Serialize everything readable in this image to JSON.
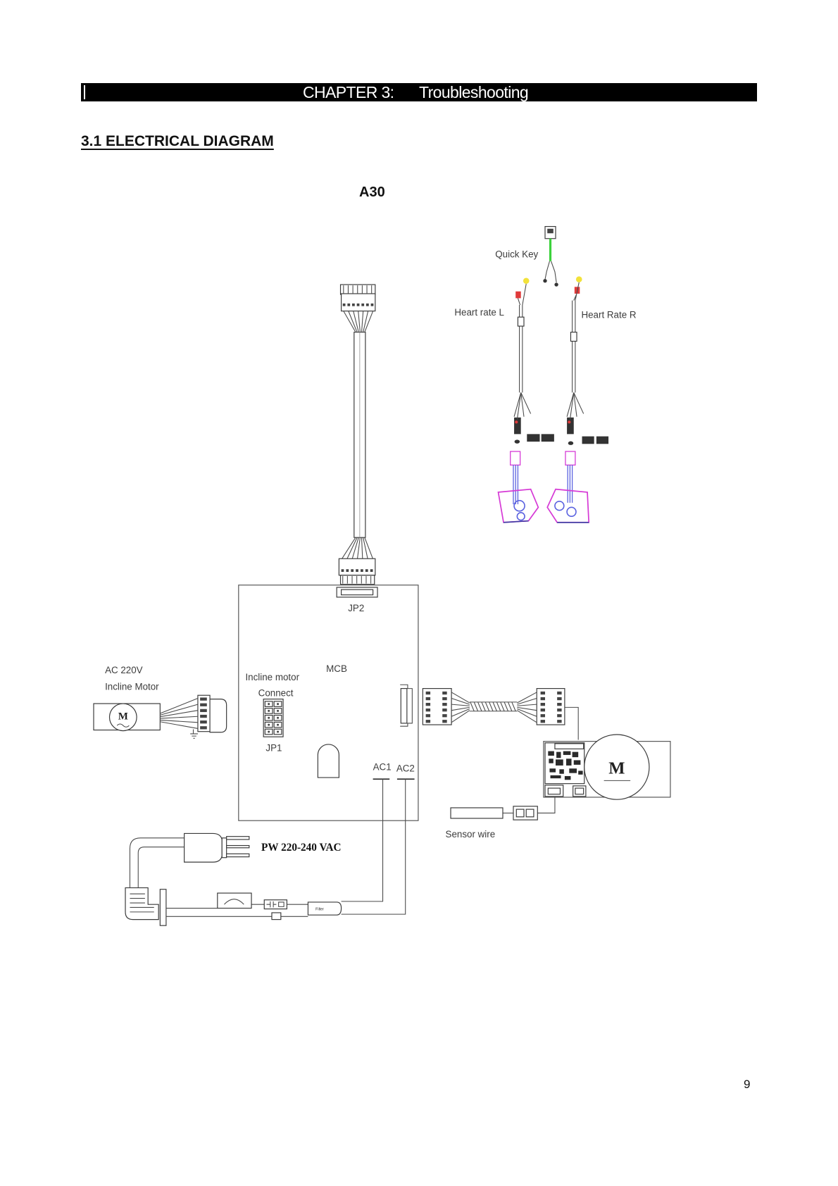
{
  "header": {
    "chapter": "CHAPTER 3:",
    "title": "Troubleshooting"
  },
  "section": {
    "heading": "3.1 ELECTRICAL DIAGRAM"
  },
  "diagram": {
    "model": "A30",
    "labels": {
      "quick_key": "Quick Key",
      "heart_rate_l": "Heart rate L",
      "heart_rate_r": "Heart Rate R",
      "jp2": "JP2",
      "mcb": "MCB",
      "incline_motor_connect_line1": "Incline motor",
      "incline_motor_connect_line2": "Connect",
      "jp1": "JP1",
      "ac1": "AC1",
      "ac2": "AC2",
      "ac_220v": "AC 220V",
      "incline_motor": "Incline Motor",
      "power_supply": "PW 220-240 VAC",
      "sensor_wire": "Sensor wire",
      "filter": "Filter"
    },
    "motor_symbol": "M",
    "colors": {
      "header_bar": "#000000",
      "grip": "#d63ad6",
      "grip_sensor": "#5a62e0",
      "quick_key_wire": "#3cd23c",
      "connector_yellow": "#f2e23a",
      "connector_red": "#e03a3a"
    }
  },
  "footer": {
    "page_number": "9"
  }
}
